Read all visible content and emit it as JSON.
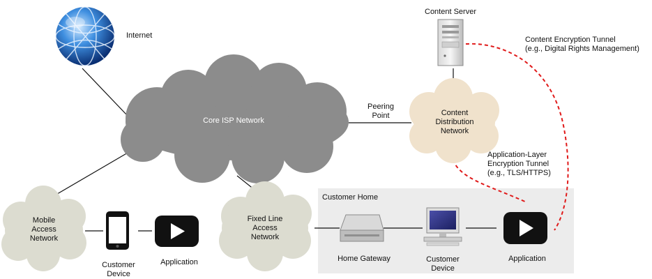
{
  "labels": {
    "internet": "Internet",
    "content_server": "Content Server",
    "content_tunnel_line1": "Content Encryption Tunnel",
    "content_tunnel_line2": "(e.g., Digital Rights Management)",
    "core_isp": "Core ISP Network",
    "peering_line1": "Peering",
    "peering_line2": "Point",
    "cdn_line1": "Content",
    "cdn_line2": "Distribution",
    "cdn_line3": "Network",
    "app_tunnel_line1": "Application-Layer",
    "app_tunnel_line2": "Encryption Tunnel",
    "app_tunnel_line3": "(e.g., TLS/HTTPS)",
    "customer_home": "Customer Home",
    "mobile_line1": "Mobile",
    "mobile_line2": "Access",
    "mobile_line3": "Network",
    "customer_device_left_line1": "Customer",
    "customer_device_left_line2": "Device",
    "application_left": "Application",
    "fixed_line1": "Fixed Line",
    "fixed_line2": "Access",
    "fixed_line3": "Network",
    "home_gateway": "Home Gateway",
    "customer_device_right_line1": "Customer",
    "customer_device_right_line2": "Device",
    "application_right": "Application"
  },
  "colors": {
    "core_cloud": "#8c8c8c",
    "access_cloud": "#dcdcd0",
    "cdn_cloud": "#f0e2cc",
    "customer_home_bg": "#ececec",
    "tunnel": "#e01a1a",
    "link": "#111111",
    "app_icon": "#111111"
  }
}
